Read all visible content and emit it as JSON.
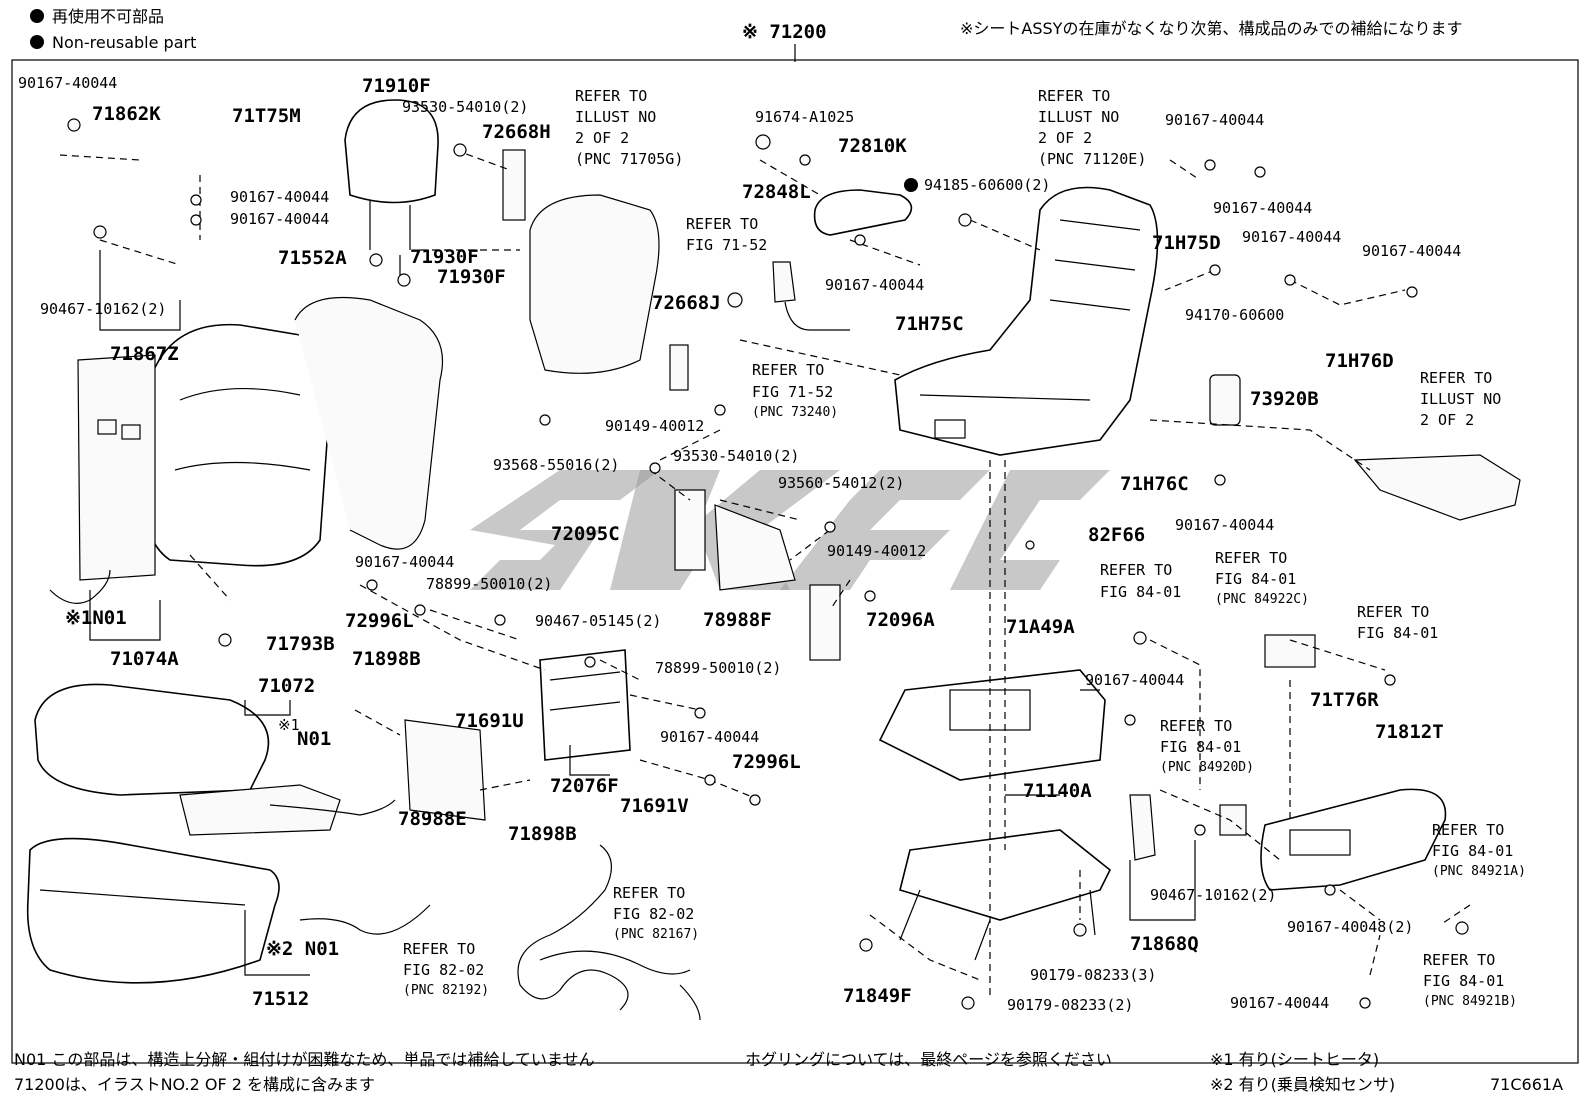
{
  "legend": {
    "reuse_ja": "再使用不可部品",
    "reuse_en": "Non-reusable part"
  },
  "assembly": "※ 71200",
  "top_note": "※シートASSYの在庫がなくなり次第、構成品のみでの補給になります",
  "footer": {
    "note1": "N01 この部品は、構造上分解・組付けが困難なため、単品では補給していません",
    "note2": "71200は、イラストNO.2 OF 2 を構成に含みます",
    "note3": "ホグリングについては、最終ページを参照ください",
    "note4": "※1 有り(シートヒータ)",
    "note5": "※2 有り(乗員検知センサ)",
    "diagram_id": "71C661A"
  },
  "labels": {
    "p90167_40044_a": "90167-40044",
    "p71862K": "71862K",
    "p71T75M": "71T75M",
    "p90167_40044_b": "90167-40044",
    "p90167_40044_c": "90167-40044",
    "p90467_10162_a": "90467-10162(2)",
    "p71867Z": "71867Z",
    "p71910F": "71910F",
    "p93530_54010_a": "93530-54010(2)",
    "p72668H": "72668H",
    "p71930F_a": "71930F",
    "p71930F_b": "71930F",
    "p71552A": "71552A",
    "ref1_a": "REFER TO",
    "ref1_b": "ILLUST NO",
    "ref1_c": "2 OF 2",
    "ref1_d": "(PNC 71705G)",
    "p72668J": "72668J",
    "p91674_A1025": "91674-A1025",
    "p72810K": "72810K",
    "p72848L": "72848L",
    "ref2_a": "REFER TO",
    "ref2_b": "FIG 71-52",
    "p90167_40044_d": "90167-40044",
    "p71H75C": "71H75C",
    "ref3_a": "REFER TO",
    "ref3_b": "FIG 71-52",
    "ref3_c": "(PNC 73240)",
    "p94185_60600": "94185-60600(2)",
    "ref4_a": "REFER TO",
    "ref4_b": "ILLUST NO",
    "ref4_c": "2 OF 2",
    "ref4_d": "(PNC 71120E)",
    "p90167_40044_e": "90167-40044",
    "p90167_40044_f": "90167-40044",
    "p71H75D": "71H75D",
    "p90167_40044_g": "90167-40044",
    "p90167_40044_h": "90167-40044",
    "p94170_60600": "94170-60600",
    "p71H76D": "71H76D",
    "ref5_a": "REFER TO",
    "ref5_b": "ILLUST NO",
    "ref5_c": "2 OF 2",
    "p73920B": "73920B",
    "p71H76C": "71H76C",
    "p90167_40044_i": "90167-40044",
    "p82F66": "82F66",
    "p90149_40012_a": "90149-40012",
    "p93530_54010_b": "93530-54010(2)",
    "p93568_55016": "93568-55016(2)",
    "p72095C": "72095C",
    "p93560_54012": "93560-54012(2)",
    "p90149_40012_b": "90149-40012",
    "p78988F": "78988F",
    "p72096A": "72096A",
    "p71074A": "71074A",
    "pN01_a": "※1N01",
    "p71793B": "71793B",
    "p90167_40044_j": "90167-40044",
    "p72996L_a": "72996L",
    "p78899_50010_a": "78899-50010(2)",
    "p90467_05145": "90467-05145(2)",
    "p78899_50010_b": "78899-50010(2)",
    "p71898B_a": "71898B",
    "p71691U": "71691U",
    "p90167_40044_k": "90167-40044",
    "p72996L_b": "72996L",
    "p72076F": "72076F",
    "p71691V": "71691V",
    "p78988E": "78988E",
    "p71898B_b": "71898B",
    "p71072": "71072",
    "pN01_b": "※1",
    "pN01_b2": "N01",
    "pN01_c": "※2 N01",
    "p71512": "71512",
    "ref6_a": "REFER TO",
    "ref6_b": "FIG 82-02",
    "ref6_c": "(PNC 82192)",
    "ref7_a": "REFER TO",
    "ref7_b": "FIG 82-02",
    "ref7_c": "(PNC 82167)",
    "p71A49A": "71A49A",
    "p71140A": "71140A",
    "p71849F": "71849F",
    "p90179_08233_a": "90179-08233(3)",
    "p90179_08233_b": "90179-08233(2)",
    "ref8_a": "REFER TO",
    "ref8_b": "FIG 84-01",
    "p90167_40044_l": "90167-40044",
    "ref9_a": "REFER TO",
    "ref9_b": "FIG 84-01",
    "ref9_c": "(PNC 84920D)",
    "p90467_10162_b": "90467-10162(2)",
    "p71868Q": "71868Q",
    "ref10_a": "REFER TO",
    "ref10_b": "FIG 84-01",
    "ref10_c": "(PNC 84922C)",
    "ref11_a": "REFER TO",
    "ref11_b": "FIG 84-01",
    "p71T76R": "71T76R",
    "p71812T": "71812T",
    "ref12_a": "REFER TO",
    "ref12_b": "FIG 84-01",
    "ref12_c": "(PNC 84921A)",
    "p90167_40048": "90167-40048(2)",
    "ref13_a": "REFER TO",
    "ref13_b": "FIG 84-01",
    "ref13_c": "(PNC 84921B)",
    "p90167_40044_m": "90167-40044"
  }
}
